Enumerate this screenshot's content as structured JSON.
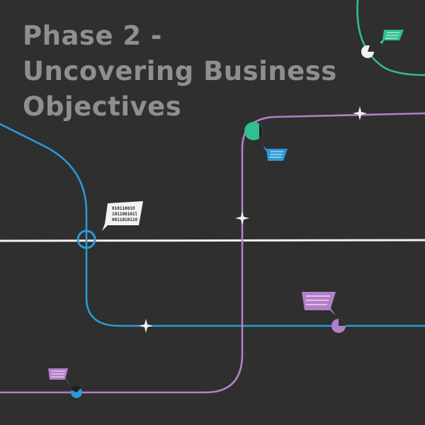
{
  "title": "Phase 2 -\nUncovering Business\nObjectives",
  "colors": {
    "background": "#2f2f2f",
    "title": "#8f8f8f",
    "white_line": "#f2f2f2",
    "blue": "#2a9ad6",
    "purple": "#b27fc8",
    "teal": "#2fbf93"
  },
  "callouts": {
    "white": {
      "line1": "01011001O",
      "line2": "101100101l",
      "line3": "001101011O"
    }
  },
  "icons": [
    "sparkle-icon",
    "crosshair-icon",
    "station-dot-icon",
    "data-flag-icon"
  ]
}
